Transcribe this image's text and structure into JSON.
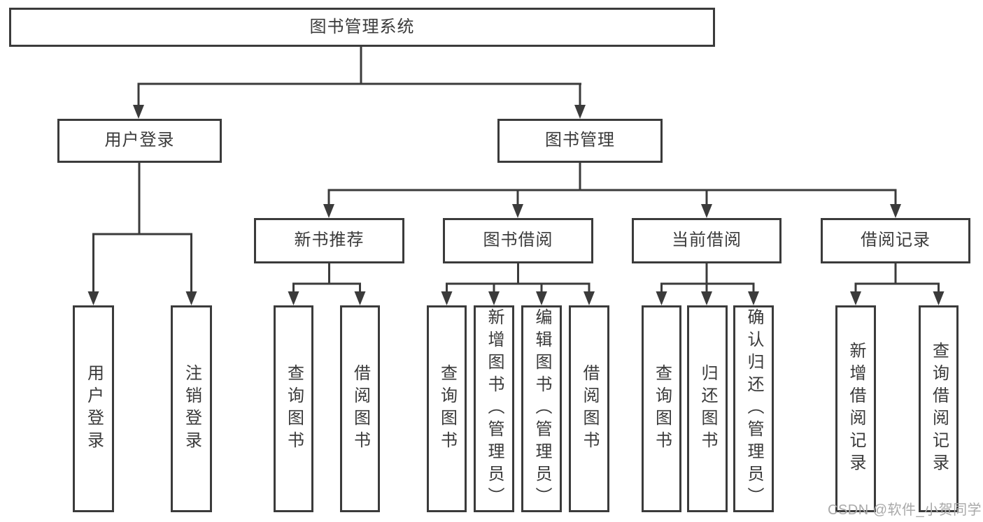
{
  "diagram": {
    "type": "tree",
    "title": "图书管理系统",
    "watermark": "CSDN @软件_小贺同学",
    "colors": {
      "line": "#3b3b3b",
      "text": "#3a3a3a",
      "background": "#ffffff",
      "watermark_color": "#a9a9a9"
    },
    "nodes": {
      "root": {
        "label": "图书管理系统",
        "level": 1
      },
      "user_login_group": {
        "label": "用户登录",
        "level": 2
      },
      "book_mgmt_group": {
        "label": "图书管理",
        "level": 2
      },
      "new_book_rec": {
        "label": "新书推荐",
        "level": 3
      },
      "book_borrow": {
        "label": "图书借阅",
        "level": 3
      },
      "current_borrow": {
        "label": "当前借阅",
        "level": 3
      },
      "borrow_records": {
        "label": "借阅记录",
        "level": 3
      },
      "leaf_user_login": {
        "label": "用户登录",
        "level": 4
      },
      "leaf_logout": {
        "label": "注销登录",
        "level": 4
      },
      "leaf_nbr_query_books": {
        "label": "查询图书",
        "level": 4
      },
      "leaf_nbr_borrow_books": {
        "label": "借阅图书",
        "level": 4
      },
      "leaf_bb_query_books": {
        "label": "查询图书",
        "level": 4
      },
      "leaf_bb_add_books": {
        "label": "新增图书（管理员）",
        "level": 4
      },
      "leaf_bb_edit_books": {
        "label": "编辑图书（管理员）",
        "level": 4
      },
      "leaf_bb_borrow_books": {
        "label": "借阅图书",
        "level": 4
      },
      "leaf_cb_query_books": {
        "label": "查询图书",
        "level": 4
      },
      "leaf_cb_return_books": {
        "label": "归还图书",
        "level": 4
      },
      "leaf_cb_confirm_return": {
        "label": "确认归还（管理员）",
        "level": 4
      },
      "leaf_br_add_record": {
        "label": "新增借阅记录",
        "level": 4
      },
      "leaf_br_query_record": {
        "label": "查询借阅记录",
        "level": 4
      }
    },
    "hierarchy": {
      "图书管理系统": [
        "用户登录",
        "图书管理"
      ],
      "用户登录": [
        "用户登录",
        "注销登录"
      ],
      "图书管理": [
        "新书推荐",
        "图书借阅",
        "当前借阅",
        "借阅记录"
      ],
      "新书推荐": [
        "查询图书",
        "借阅图书"
      ],
      "图书借阅": [
        "查询图书",
        "新增图书（管理员）",
        "编辑图书（管理员）",
        "借阅图书"
      ],
      "当前借阅": [
        "查询图书",
        "归还图书",
        "确认归还（管理员）"
      ],
      "借阅记录": [
        "新增借阅记录",
        "查询借阅记录"
      ]
    }
  }
}
